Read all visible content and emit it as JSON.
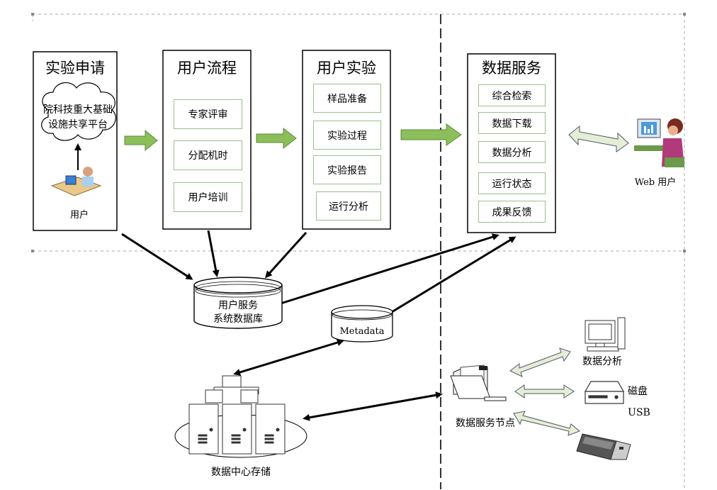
{
  "panels": {
    "apply": {
      "title": "实验申请",
      "cloud_line1": "院科技重大基础",
      "cloud_line2": "设施共享平台",
      "user_label": "用户"
    },
    "flow": {
      "title": "用户流程",
      "items": [
        "专家评审",
        "分配机时",
        "用户培训"
      ]
    },
    "experiment": {
      "title": "用户实验",
      "items": [
        "样品准备",
        "实验过程",
        "实验报告",
        "运行分析"
      ]
    },
    "service": {
      "title": "数据服务",
      "items": [
        "综合检索",
        "数据下载",
        "数据分析",
        "运行状态",
        "成果反馈"
      ]
    }
  },
  "web_user_label": "Web 用户",
  "database": {
    "line1": "用户服务",
    "line2": "系统数据库"
  },
  "metadata_label": "Metadata",
  "storage_label": "数据中心存储",
  "node_label": "数据服务节点",
  "devices": {
    "analysis": "数据分析",
    "disk": "磁盘",
    "usb": "USB"
  },
  "colors": {
    "flow_arrow": "#8cbf5a",
    "double_arrow": "#d9e6c8",
    "sub_border": "#9bc08a"
  }
}
